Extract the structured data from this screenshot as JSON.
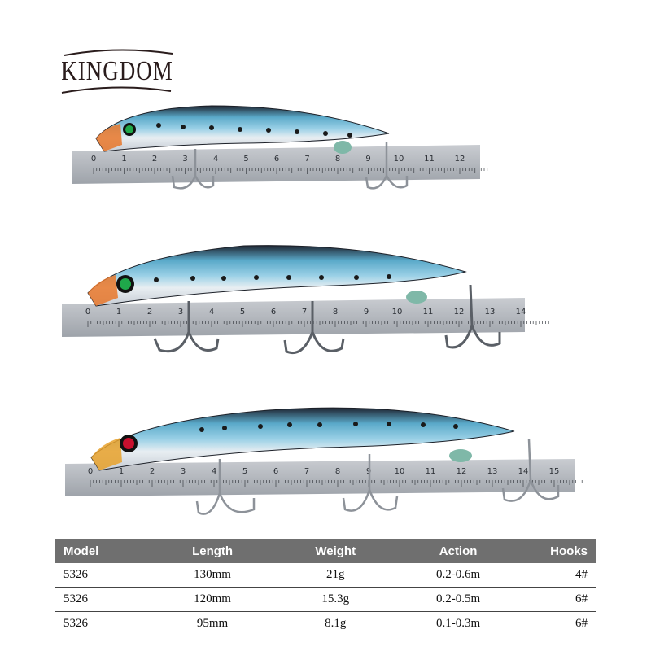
{
  "brand": {
    "logo_text": "KINGDOM"
  },
  "rulers": [
    {
      "ticks": [
        "0",
        "1",
        "2",
        "3",
        "4",
        "5",
        "6",
        "7",
        "8",
        "9",
        "10",
        "11",
        "12"
      ]
    },
    {
      "ticks": [
        "0",
        "1",
        "2",
        "3",
        "4",
        "5",
        "6",
        "7",
        "8",
        "9",
        "10",
        "11",
        "12",
        "13",
        "14"
      ]
    },
    {
      "ticks": [
        "0",
        "1",
        "2",
        "3",
        "4",
        "5",
        "6",
        "7",
        "8",
        "9",
        "10",
        "11",
        "12",
        "13",
        "14",
        "15"
      ]
    }
  ],
  "lures": [
    {
      "eye_color": "#1fa84a",
      "name": "lure-130mm"
    },
    {
      "eye_color": "#1fa84a",
      "name": "lure-120mm"
    },
    {
      "eye_color": "#c8102e",
      "name": "lure-95mm"
    }
  ],
  "spec_table": {
    "headers": [
      "Model",
      "Length",
      "Weight",
      "Action",
      "Hooks"
    ],
    "rows": [
      [
        "5326",
        "130mm",
        "21g",
        "0.2-0.6m",
        "4#"
      ],
      [
        "5326",
        "120mm",
        "15.3g",
        "0.2-0.5m",
        "6#"
      ],
      [
        "5326",
        "95mm",
        "8.1g",
        "0.1-0.3m",
        "6#"
      ]
    ],
    "header_bg": "#6f6f6f"
  }
}
